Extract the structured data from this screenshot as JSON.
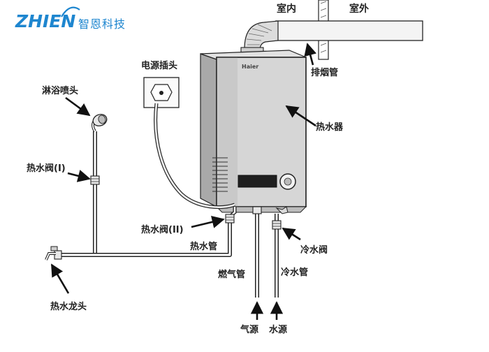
{
  "logo": {
    "en": "ZHIEN",
    "cn": "智恩科技",
    "accent": "#1e86cf"
  },
  "labels": {
    "indoor": "室内",
    "outdoor": "室外",
    "exhaust_pipe": "排烟管",
    "power_plug": "电源插头",
    "shower_head": "淋浴喷头",
    "water_heater": "热水器",
    "hot_valve_1": "热水阀(I)",
    "hot_valve_2": "热水阀(II)",
    "hot_pipe": "热水管",
    "cold_valve": "冷水阀",
    "gas_pipe": "燃气管",
    "cold_pipe": "冷水管",
    "hot_faucet": "热水龙头",
    "gas_source": "气源",
    "water_source": "水源",
    "brand": "Haier"
  }
}
